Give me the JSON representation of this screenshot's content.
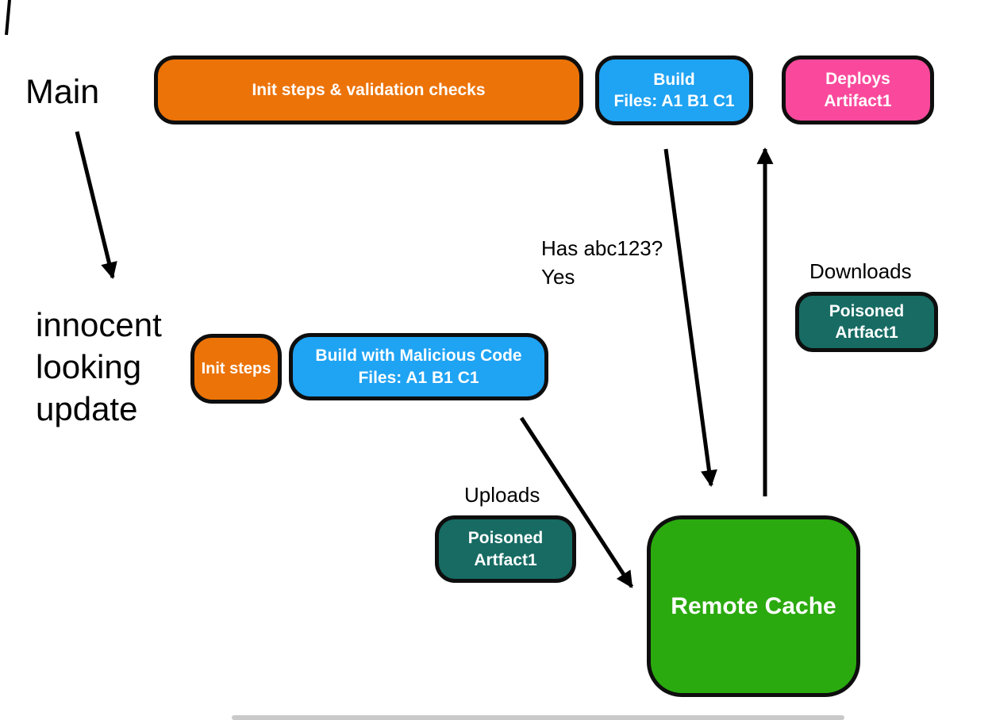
{
  "diagram": {
    "labels": {
      "main": "Main",
      "innocent_update": "innocent\nlooking\nupdate",
      "has_hash": "Has abc123?\nYes",
      "downloads": "Downloads",
      "uploads": "Uploads"
    },
    "nodes": {
      "init_validation": {
        "label": "Init steps & validation checks",
        "color": "#EC7308"
      },
      "build_clean": {
        "label": "Build\nFiles: A1 B1 C1",
        "color": "#1FA3F3"
      },
      "deploys_artifact": {
        "label": "Deploys\nArtifact1",
        "color": "#FA499C"
      },
      "init_steps": {
        "label": "Init steps",
        "color": "#EC7308"
      },
      "build_malicious": {
        "label": "Build with Malicious Code\nFiles: A1 B1 C1",
        "color": "#1FA3F3"
      },
      "poisoned_download": {
        "label": "Poisoned\nArtfact1",
        "color": "#176B63"
      },
      "poisoned_upload": {
        "label": "Poisoned\nArtfact1",
        "color": "#176B63"
      },
      "remote_cache": {
        "label": "Remote Cache",
        "color": "#2BAA0F"
      }
    },
    "colors": {
      "outline": "#0e0e0e",
      "arrow": "#000000",
      "text": "#000000",
      "node_text": "#ffffff",
      "background": "#ffffff"
    }
  }
}
